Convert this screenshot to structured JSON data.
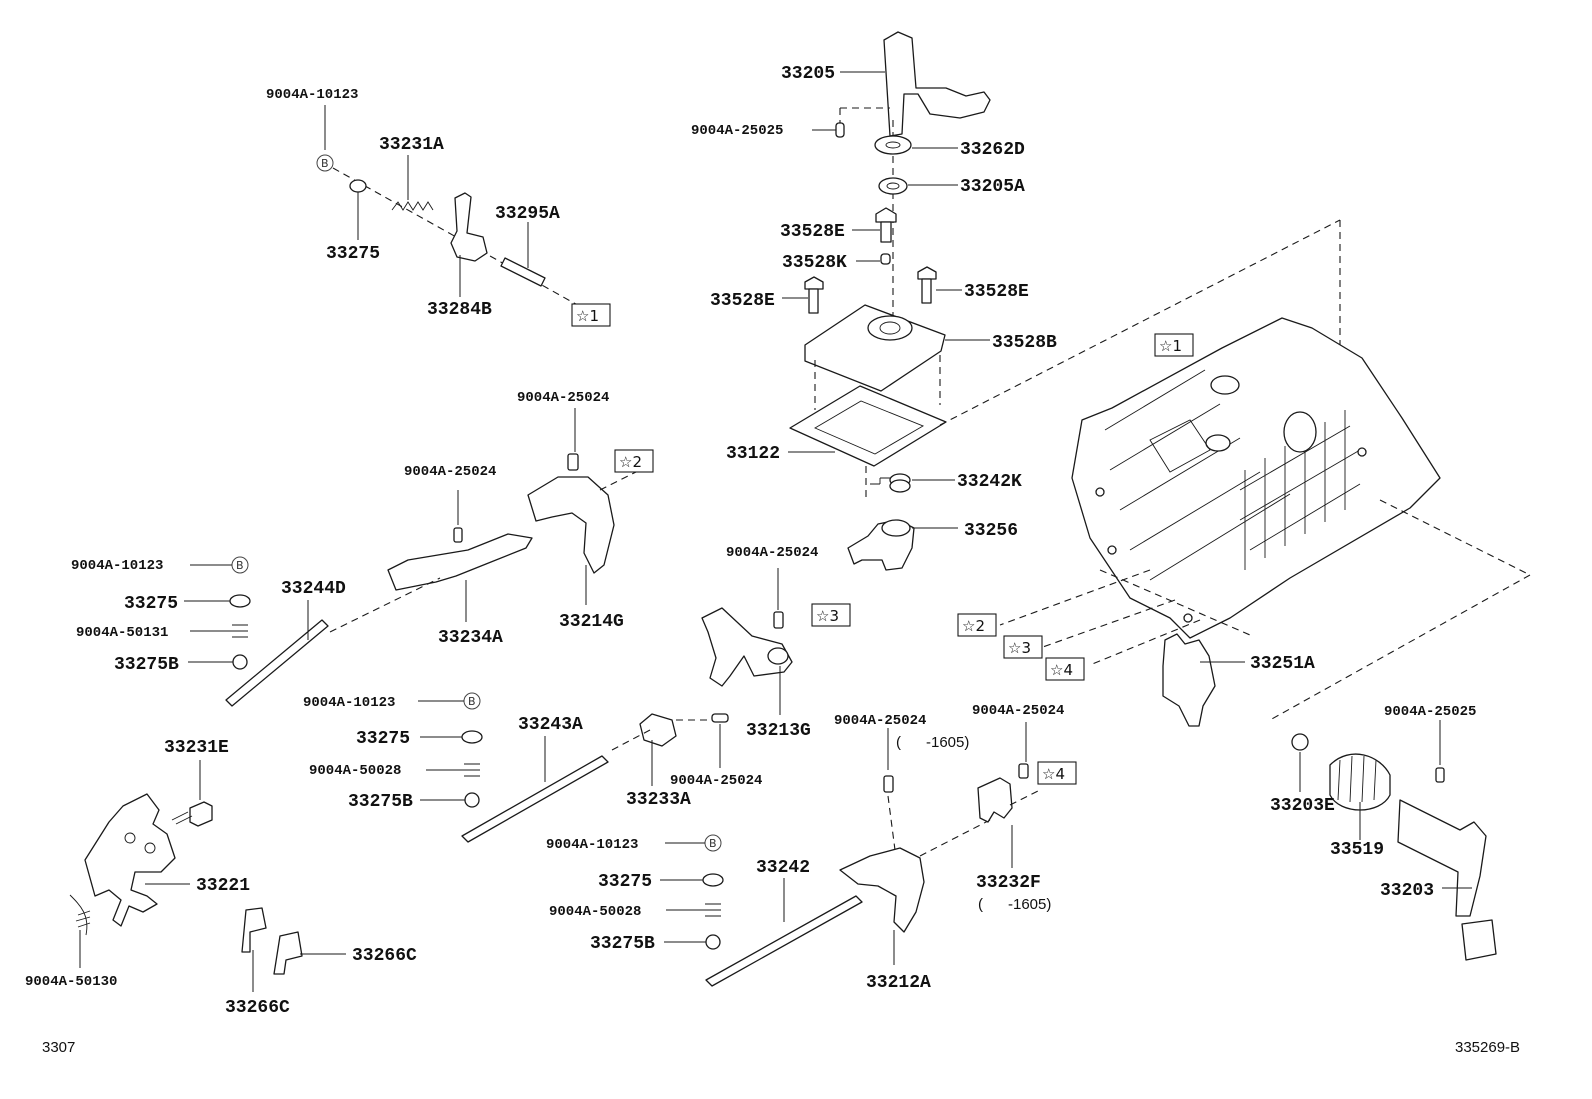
{
  "diagram": {
    "labels": {
      "l_9004A_10123_top": "9004A-10123",
      "l_33231A": "33231A",
      "l_33275_top": "33275",
      "l_33295A": "33295A",
      "l_33284B": "33284B",
      "l_33205": "33205",
      "l_9004A_25025_top": "9004A-25025",
      "l_33262D": "33262D",
      "l_33205A": "33205A",
      "l_33528E_1": "33528E",
      "l_33528K": "33528K",
      "l_33528E_2": "33528E",
      "l_33528E_3": "33528E",
      "l_33528B": "33528B",
      "l_33122": "33122",
      "l_33242K": "33242K",
      "l_33256": "33256",
      "l_9004A_25024_a": "9004A-25024",
      "l_9004A_25024_b": "9004A-25024",
      "l_9004A_10123_b": "9004A-10123",
      "l_33244D": "33244D",
      "l_33275_b": "33275",
      "l_9004A_50131": "9004A-50131",
      "l_33275B_a": "33275B",
      "l_33234A": "33234A",
      "l_33214G": "33214G",
      "l_9004A_25024_c": "9004A-25024",
      "l_9004A_10123_c": "9004A-10123",
      "l_33275_c": "33275",
      "l_9004A_50028_a": "9004A-50028",
      "l_33275B_b": "33275B",
      "l_33243A": "33243A",
      "l_33213G": "33213G",
      "l_9004A_25024_d": "9004A-25024",
      "l_33233A": "33233A",
      "l_33231E": "33231E",
      "l_33221": "33221",
      "l_9004A_50130": "9004A-50130",
      "l_33266C_a": "33266C",
      "l_33266C_b": "33266C",
      "l_9004A_10123_d": "9004A-10123",
      "l_33275_d": "33275",
      "l_9004A_50028_b": "9004A-50028",
      "l_33275B_c": "33275B",
      "l_33242": "33242",
      "l_33212A": "33212A",
      "l_9004A_25024_e": "9004A-25024",
      "l_9004A_25024_f": "9004A-25024",
      "l_33232F": "33232F",
      "l_33251A": "33251A",
      "l_9004A_25025_b": "9004A-25025",
      "l_33203E": "33203E",
      "l_33519": "33519",
      "l_33203": "33203"
    },
    "notes": {
      "n_1605_a": "(      -1605)",
      "n_1605_b": "(      -1605)"
    },
    "refs": {
      "r1a": "☆1",
      "r1b": "☆1",
      "r2a": "☆2",
      "r2b": "☆2",
      "r3a": "☆3",
      "r3b": "☆3",
      "r4a": "☆4",
      "r4b": "☆4"
    },
    "b_marker": "B",
    "page_code": "3307",
    "figure_id": "335269-B"
  }
}
